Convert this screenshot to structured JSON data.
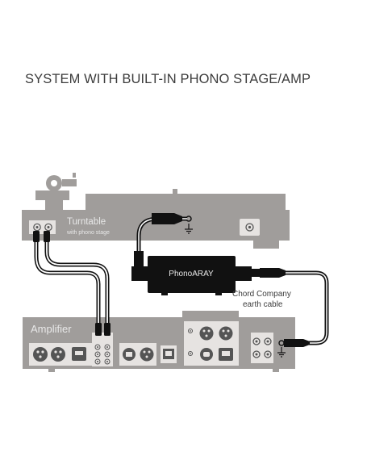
{
  "title": "SYSTEM WITH BUILT-IN PHONO STAGE/AMP",
  "turntable": {
    "name": "Turntable",
    "subtitle": "with phono stage"
  },
  "phonoaray": {
    "name": "PhonoARAY"
  },
  "earth_cable": {
    "line1": "Chord Company",
    "line2": "earth cable"
  },
  "amplifier": {
    "name": "Amplifier"
  },
  "colors": {
    "device_gray": "#a09d9b",
    "panel_light": "#e6e3e1",
    "label_dark": "#e8e8e8",
    "cable": "#111111",
    "text": "#3c3c3c"
  },
  "icons": [
    "earth-ground-icon",
    "xlr-socket-icon",
    "rca-socket-icon",
    "usb-socket-icon",
    "ethernet-socket-icon",
    "optical-socket-icon"
  ]
}
